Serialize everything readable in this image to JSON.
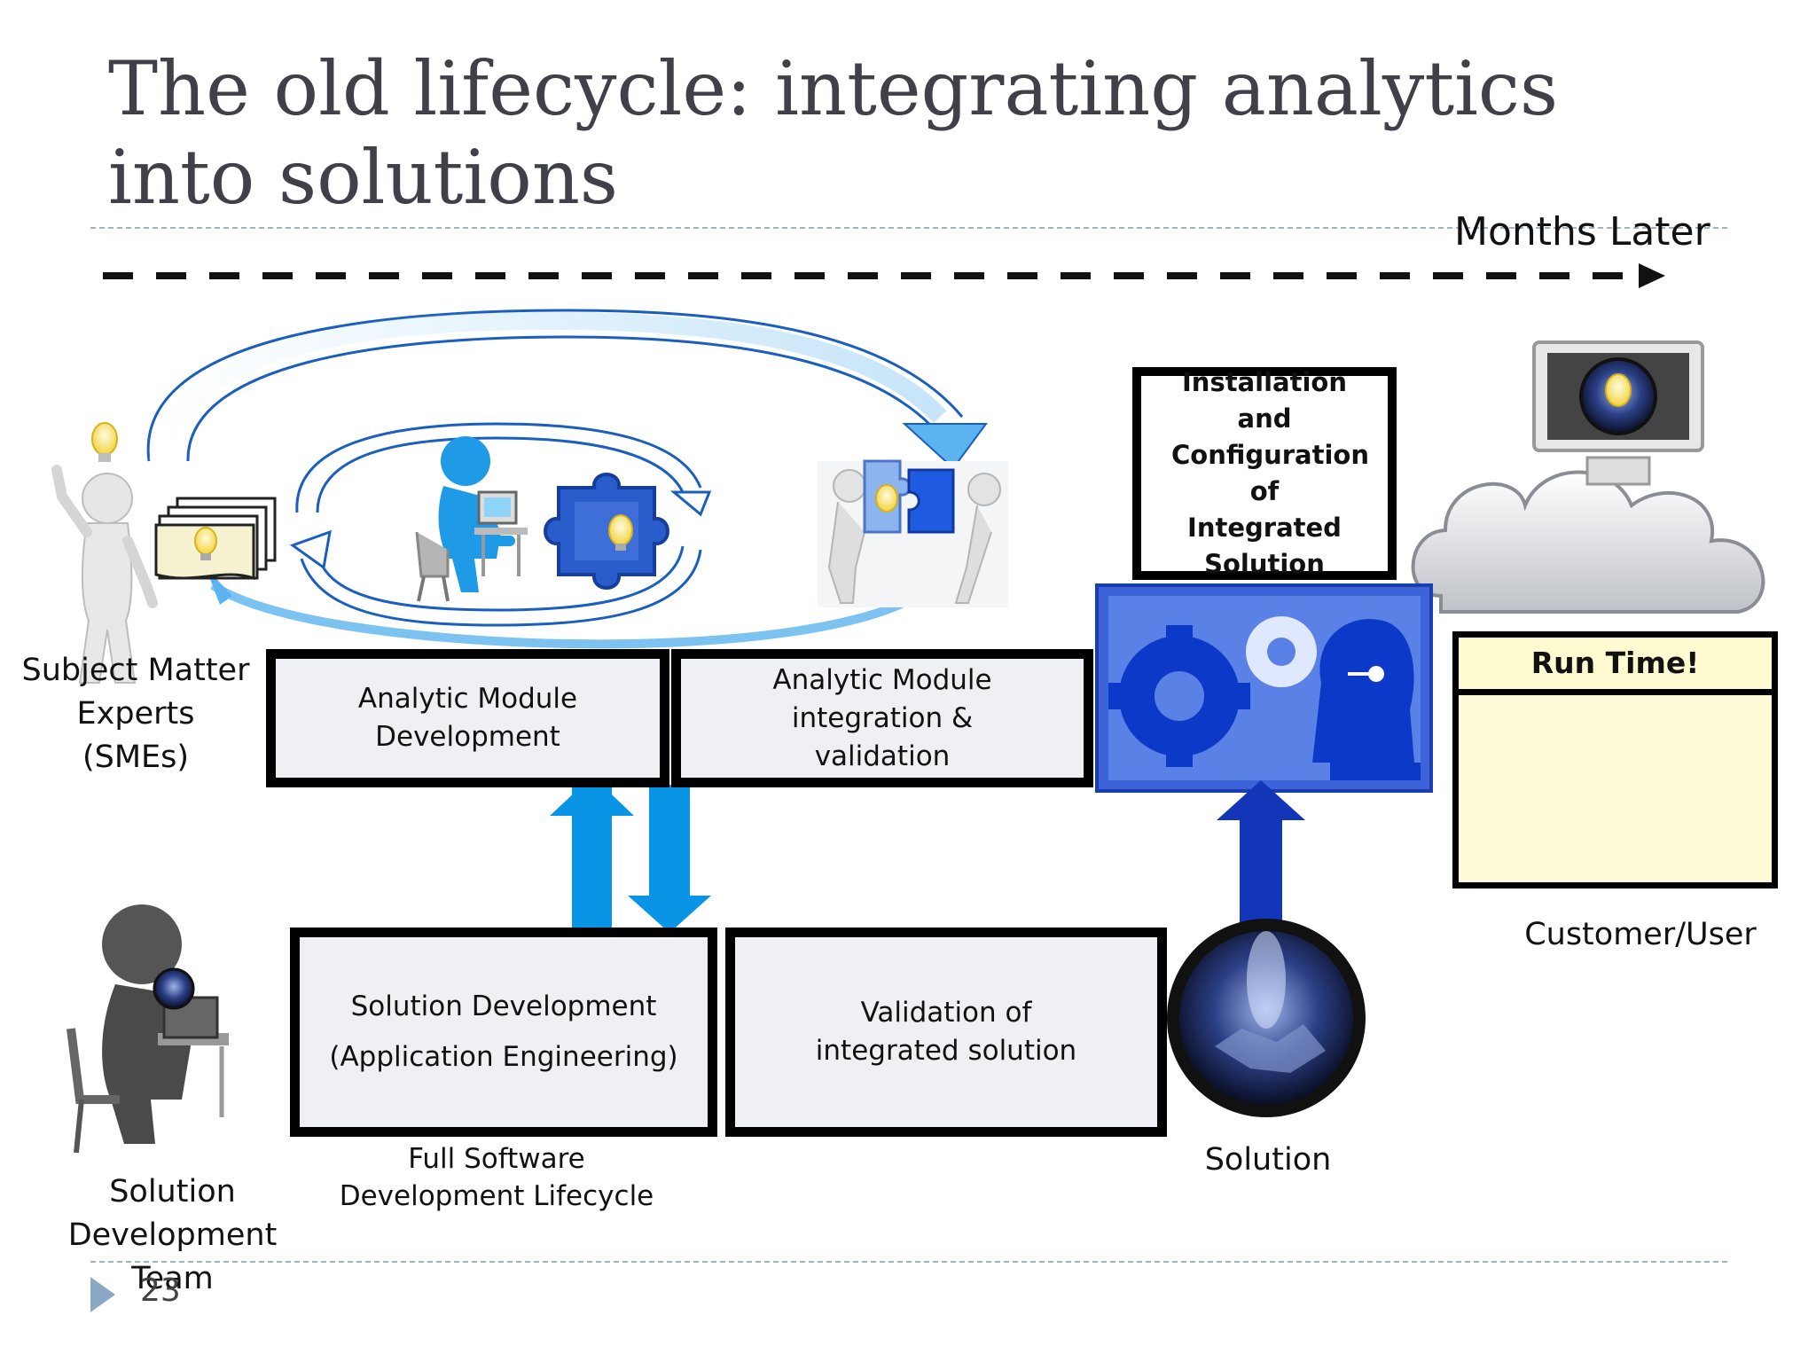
{
  "slide": {
    "title": "The old lifecycle: integrating analytics into solutions",
    "page_number": "23"
  },
  "timeline": {
    "label": "Months Later"
  },
  "labels": {
    "smes": "Subject Matter Experts (SMEs)",
    "dev_team": "Solution Development Team",
    "full_sdlc": "Full Software Development Lifecycle",
    "solution": "Solution",
    "customer": "Customer/User"
  },
  "boxes": {
    "analytic_dev": "Analytic Module Development",
    "analytic_integration": "Analytic Module integration & validation",
    "solution_dev_line1": "Solution Development",
    "solution_dev_line2": "(Application Engineering)",
    "validation": "Validation of integrated solution",
    "installation": "Installation and Configuration of Integrated Solution",
    "run_time": "Run Time!"
  },
  "colors": {
    "arrow_blue": "#0a94e6",
    "dark_blue": "#1336b8",
    "gear_bg": "#3c63d8",
    "runtime_bg": "#fffbd8",
    "box_bg": "#eef0f3"
  },
  "icons": [
    "lightbulb-icon",
    "sme-figure-icon",
    "documents-icon",
    "developer-at-laptop-icon",
    "puzzle-piece-icon",
    "figures-joining-puzzle-icon",
    "cloud-computer-icon",
    "gears-and-head-icon",
    "solution-orb-icon",
    "dev-team-figure-icon",
    "customer-at-desk-icon"
  ]
}
